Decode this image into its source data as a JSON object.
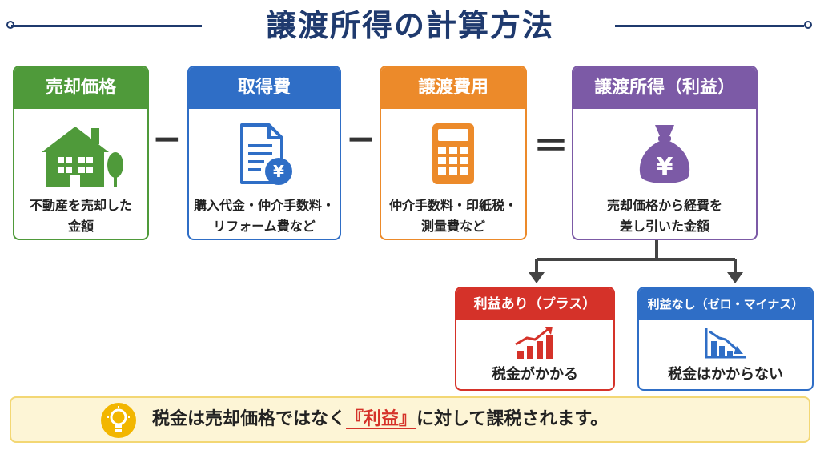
{
  "title": "譲渡所得の計算方法",
  "colors": {
    "navy": "#1f3a6e",
    "green": "#4f9a3a",
    "blue": "#2f6ec6",
    "orange": "#ec8a2a",
    "purple": "#7c5aa6",
    "red": "#d53229",
    "yellow": "#f2b600"
  },
  "cards": [
    {
      "label": "売却価格",
      "desc_1": "不動産を売却した",
      "desc_2": "金額",
      "icon": "house-icon"
    },
    {
      "label": "取得費",
      "desc_1": "購入代金・仲介手数料・",
      "desc_2": "リフォーム費など",
      "icon": "document-yen-icon"
    },
    {
      "label": "譲渡費用",
      "desc_1": "仲介手数料・印紙税・",
      "desc_2": "測量費など",
      "icon": "calculator-icon"
    },
    {
      "label": "譲渡所得（利益）",
      "desc_1": "売却価格から経費を",
      "desc_2": "差し引いた金額",
      "icon": "money-bag-yen-icon"
    }
  ],
  "operators": {
    "minus": "−",
    "equals": "＝"
  },
  "results": [
    {
      "label": "利益あり（プラス）",
      "text": "税金がかかる",
      "icon": "chart-up-icon"
    },
    {
      "label": "利益なし（ゼロ・マイナス）",
      "text": "税金はかからない",
      "icon": "chart-down-icon"
    }
  ],
  "note": {
    "before": "税金は売却価格ではなく",
    "emphasis": "『利益』",
    "after": "に対して課税されます。",
    "icon": "lightbulb-icon"
  }
}
